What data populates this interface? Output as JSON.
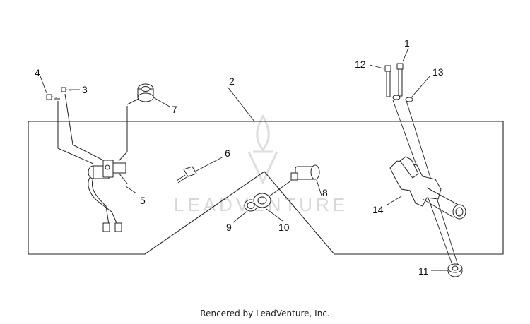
{
  "watermark": {
    "brand": "LEADVENTURE"
  },
  "callouts": {
    "c1": "1",
    "c2": "2",
    "c3": "3",
    "c4": "4",
    "c5": "5",
    "c6": "6",
    "c7": "7",
    "c8": "8",
    "c9": "9",
    "c10": "10",
    "c11": "11",
    "c12": "12",
    "c13": "13",
    "c14": "14"
  },
  "footer": {
    "credit": "Rencered by LeadVenture, Inc."
  },
  "colors": {
    "line": "#222222",
    "watermark": "#d8d8d8"
  }
}
